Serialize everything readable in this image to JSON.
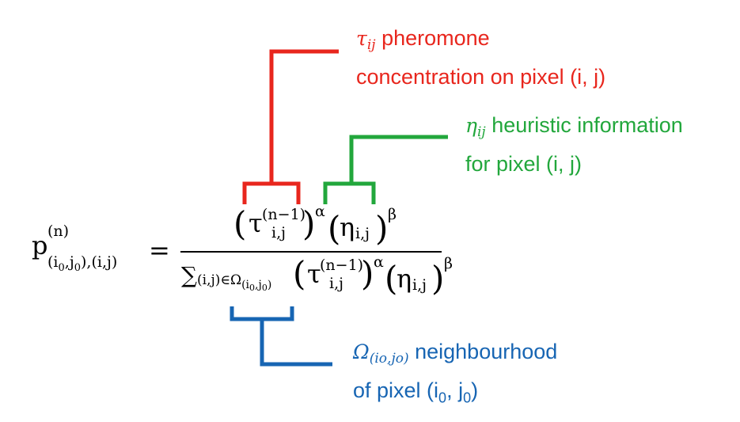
{
  "colors": {
    "red": "#e8261d",
    "green": "#22a73c",
    "blue": "#1765b3",
    "ink": "#000000"
  },
  "annotations": {
    "tau": {
      "symbol": "τ",
      "sub": "ij",
      "line1": "pheromone",
      "line2": "concentration on pixel (i, j)"
    },
    "eta": {
      "symbol": "η",
      "sub": "ij",
      "line1": "heuristic information",
      "line2": "for pixel (i, j)"
    },
    "omega": {
      "symbol": "Ω",
      "sub": "(io,jo)",
      "line1": "neighbourhood",
      "line2_prefix": "of pixel (i",
      "line2_sub1": "0",
      "line2_mid": ", j",
      "line2_sub2": "0",
      "line2_suffix": ")"
    }
  },
  "formula": {
    "p": "p",
    "p_sup": "(n)",
    "p_sub": "(i",
    "p_sub_0a": "0",
    "p_sub_mid": ",j",
    "p_sub_0b": "0",
    "p_sub_end": "),(i,j)",
    "equals": "=",
    "lparen": "(",
    "rparen": ")",
    "tau": "τ",
    "tau_sup": "(n−1)",
    "tau_sub": "i,j",
    "alpha": "α",
    "eta": "η",
    "eta_sub": "i,j",
    "beta": "β",
    "sigma": "∑",
    "sigma_sub": "(i,j)∈Ω",
    "sigma_sub2": "(i",
    "sigma_sub2_0a": "0",
    "sigma_sub2_mid": ",j",
    "sigma_sub2_0b": "0",
    "sigma_sub2_end": ")"
  }
}
